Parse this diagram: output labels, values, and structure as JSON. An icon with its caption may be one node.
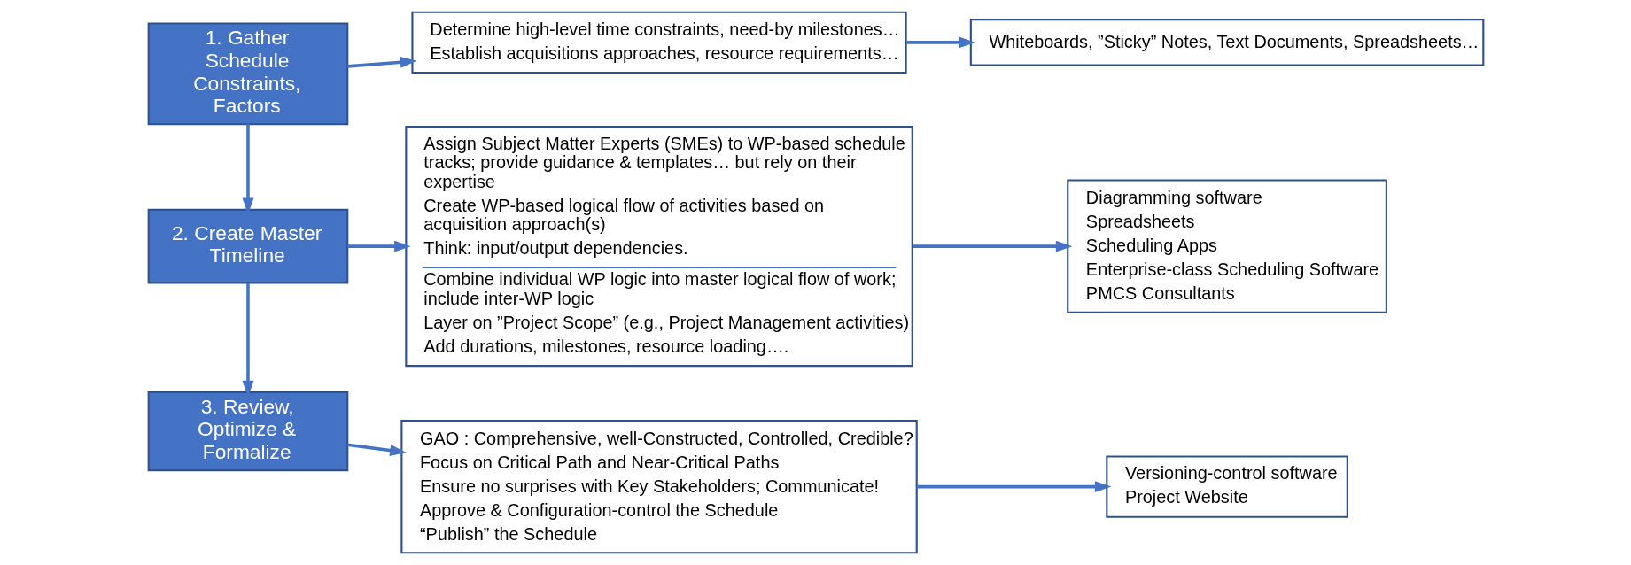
{
  "diagram": {
    "nodes": [
      {
        "text": [
          "1. Gather Schedule Constraints, Factors"
        ]
      },
      {
        "text": [
          "Determine high-level time constraints, need-by milestones…",
          "Establish acquisitions approaches, resource requirements…"
        ]
      },
      {
        "text": [
          "Whiteboards, ”Sticky” Notes, Text Documents, Spreadsheets…"
        ]
      },
      {
        "text": [
          "2. Create Master Timeline"
        ]
      },
      {
        "text": [
          "Assign Subject Matter Experts (SMEs) to WP-based schedule tracks; provide guidance & templates… but rely on their expertise",
          "Create WP-based logical flow of activities based on acquisition approach(s)",
          "Think: input/output dependencies.",
          "Combine individual WP logic into master logical flow of work; include inter-WP logic",
          "Layer on ”Project Scope” (e.g., Project Management activities)",
          "Add durations, milestones, resource loading…."
        ]
      },
      {
        "text": [
          "Diagramming software",
          "Spreadsheets",
          "Scheduling Apps",
          "Enterprise-class Scheduling Software",
          "PMCS Consultants"
        ]
      },
      {
        "text": [
          "3. Review, Optimize & Formalize"
        ]
      },
      {
        "text": [
          "GAO : Comprehensive, well-Constructed, Controlled, Credible?",
          "Focus on Critical Path and Near-Critical Paths",
          "Ensure no surprises with Key Stakeholders; Communicate!",
          "Approve & Configuration-control the Schedule",
          "“Publish” the Schedule"
        ]
      },
      {
        "text": [
          "Versioning-control software",
          "Project Website"
        ]
      }
    ],
    "edges": [
      {
        "from": 0,
        "to": 1,
        "arrow": "to"
      },
      {
        "from": 1,
        "to": 2,
        "arrow": "to"
      },
      {
        "from": 0,
        "to": 3,
        "arrow": "to"
      },
      {
        "from": 3,
        "to": 4,
        "arrow": "to"
      },
      {
        "from": 4,
        "to": 5,
        "arrow": "to"
      },
      {
        "from": 3,
        "to": 6,
        "arrow": "to"
      },
      {
        "from": 6,
        "to": 7,
        "arrow": "to"
      },
      {
        "from": 7,
        "to": 8,
        "arrow": "to"
      }
    ]
  }
}
